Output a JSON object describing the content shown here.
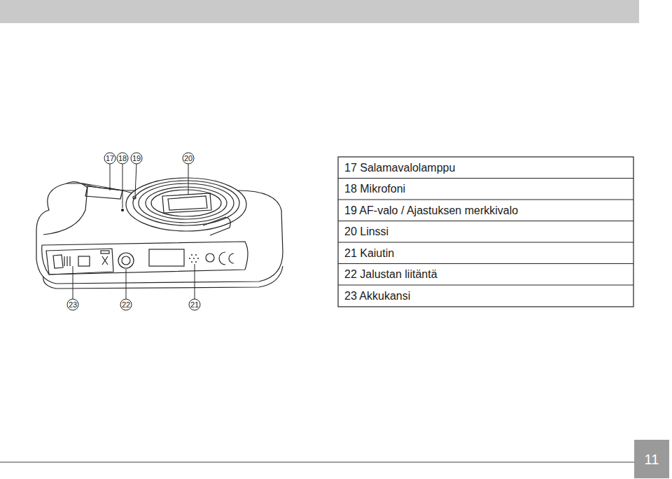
{
  "diagram": {
    "nodes": [
      {
        "text": [
          "11"
        ]
      }
    ],
    "labels": [
      "17",
      "18",
      "19",
      "20",
      "23",
      "22",
      "21",
      "17 Salamavalolamppu",
      "18 Mikrofoni",
      "19 AF-valo / Ajastuksen merkkivalo",
      "20 Linssi",
      "21 Kaiutin",
      "22 Jalustan liitäntä",
      "23 Akkukansi"
    ]
  }
}
